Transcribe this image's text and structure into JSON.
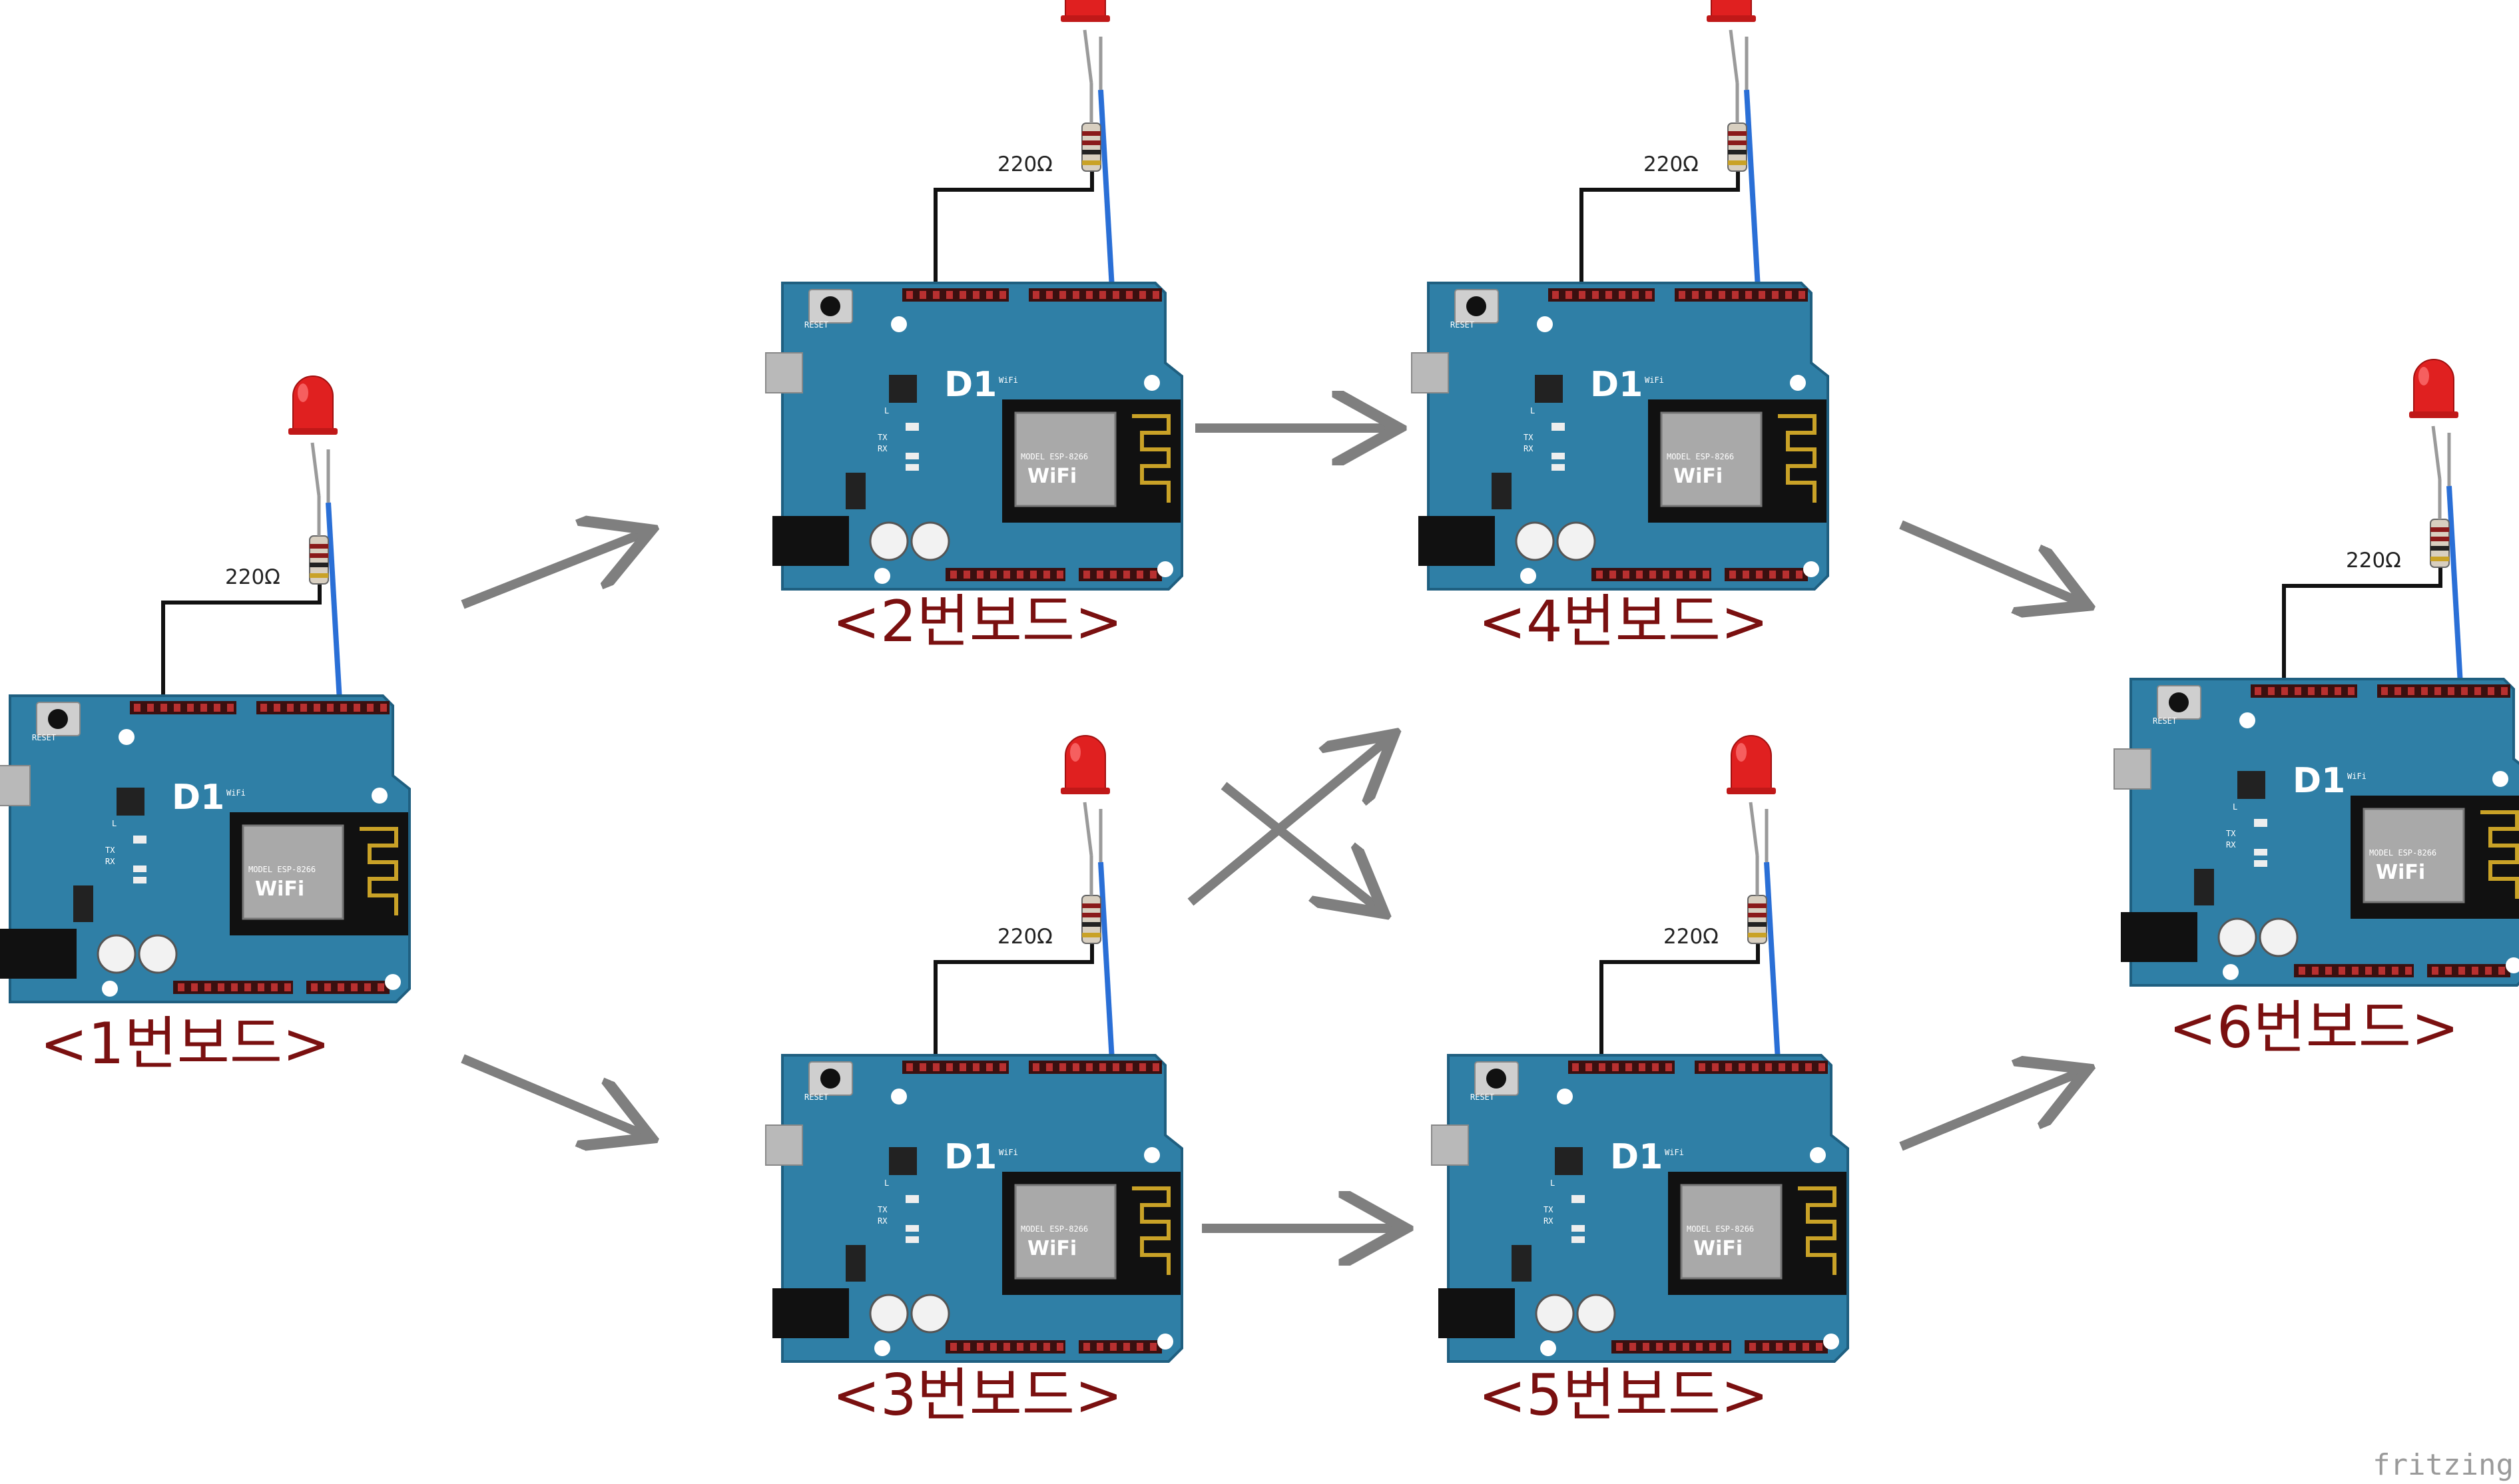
{
  "boards": [
    {
      "label": "<1번보드>",
      "resistor": "220Ω",
      "board_text": {
        "logo": "D1",
        "wifi": "WiFi",
        "reset": "RESET",
        "led": "L",
        "tx": "TX",
        "rx": "RX",
        "module_model": "MODEL ESP-8266",
        "module_wifi": "WiFi"
      }
    },
    {
      "label": "<2번보드>",
      "resistor": "220Ω",
      "board_text": {
        "logo": "D1",
        "wifi": "WiFi",
        "reset": "RESET",
        "led": "L",
        "tx": "TX",
        "rx": "RX",
        "module_model": "MODEL ESP-8266",
        "module_wifi": "WiFi"
      }
    },
    {
      "label": "<3번보드>",
      "resistor": "220Ω",
      "board_text": {
        "logo": "D1",
        "wifi": "WiFi",
        "reset": "RESET",
        "led": "L",
        "tx": "TX",
        "rx": "RX",
        "module_model": "MODEL ESP-8266",
        "module_wifi": "WiFi"
      }
    },
    {
      "label": "<4번보드>",
      "resistor": "220Ω",
      "board_text": {
        "logo": "D1",
        "wifi": "WiFi",
        "reset": "RESET",
        "led": "L",
        "tx": "TX",
        "rx": "RX",
        "module_model": "MODEL ESP-8266",
        "module_wifi": "WiFi"
      }
    },
    {
      "label": "<5번보드>",
      "resistor": "220Ω",
      "board_text": {
        "logo": "D1",
        "wifi": "WiFi",
        "reset": "RESET",
        "led": "L",
        "tx": "TX",
        "rx": "RX",
        "module_model": "MODEL ESP-8266",
        "module_wifi": "WiFi"
      }
    },
    {
      "label": "<6번보드>",
      "resistor": "220Ω",
      "board_text": {
        "logo": "D1",
        "wifi": "WiFi",
        "reset": "RESET",
        "led": "L",
        "tx": "TX",
        "rx": "RX",
        "module_model": "MODEL ESP-8266",
        "module_wifi": "WiFi"
      }
    }
  ],
  "edges": [
    {
      "from": "<1번보드>",
      "to": "<2번보드>"
    },
    {
      "from": "<1번보드>",
      "to": "<3번보드>"
    },
    {
      "from": "<2번보드>",
      "to": "<4번보드>"
    },
    {
      "from": "<3번보드>",
      "to": "<5번보드>"
    },
    {
      "from": "<3번보드>",
      "to": "<4번보드>"
    },
    {
      "from": "<2번보드>",
      "to": "<5번보드>"
    },
    {
      "from": "<4번보드>",
      "to": "<6번보드>"
    },
    {
      "from": "<5번보드>",
      "to": "<6번보드>"
    }
  ],
  "watermark": "fritzing",
  "colors": {
    "board": "#2f7fa6",
    "board_dark": "#1f5f80",
    "header": "#8a1a1a",
    "label": "#7a1010",
    "arrow": "#7f7f7f",
    "led": "#e02020",
    "wire_gnd": "#111111",
    "wire_signal": "#2a6fd6"
  }
}
